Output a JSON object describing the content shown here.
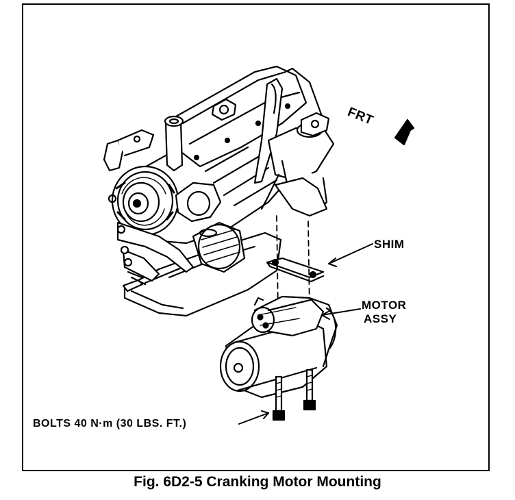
{
  "figure": {
    "caption": "Fig. 6D2-5 Cranking Motor Mounting",
    "direction_label": "FRT",
    "parts": {
      "shim_label": "SHIM",
      "motor_line1": "MOTOR",
      "motor_line2": "ASSY",
      "bolts_label": "BOLTS 40 N·m (30 LBS. FT.)"
    },
    "colors": {
      "ink": "#000000",
      "paper": "#ffffff"
    }
  }
}
